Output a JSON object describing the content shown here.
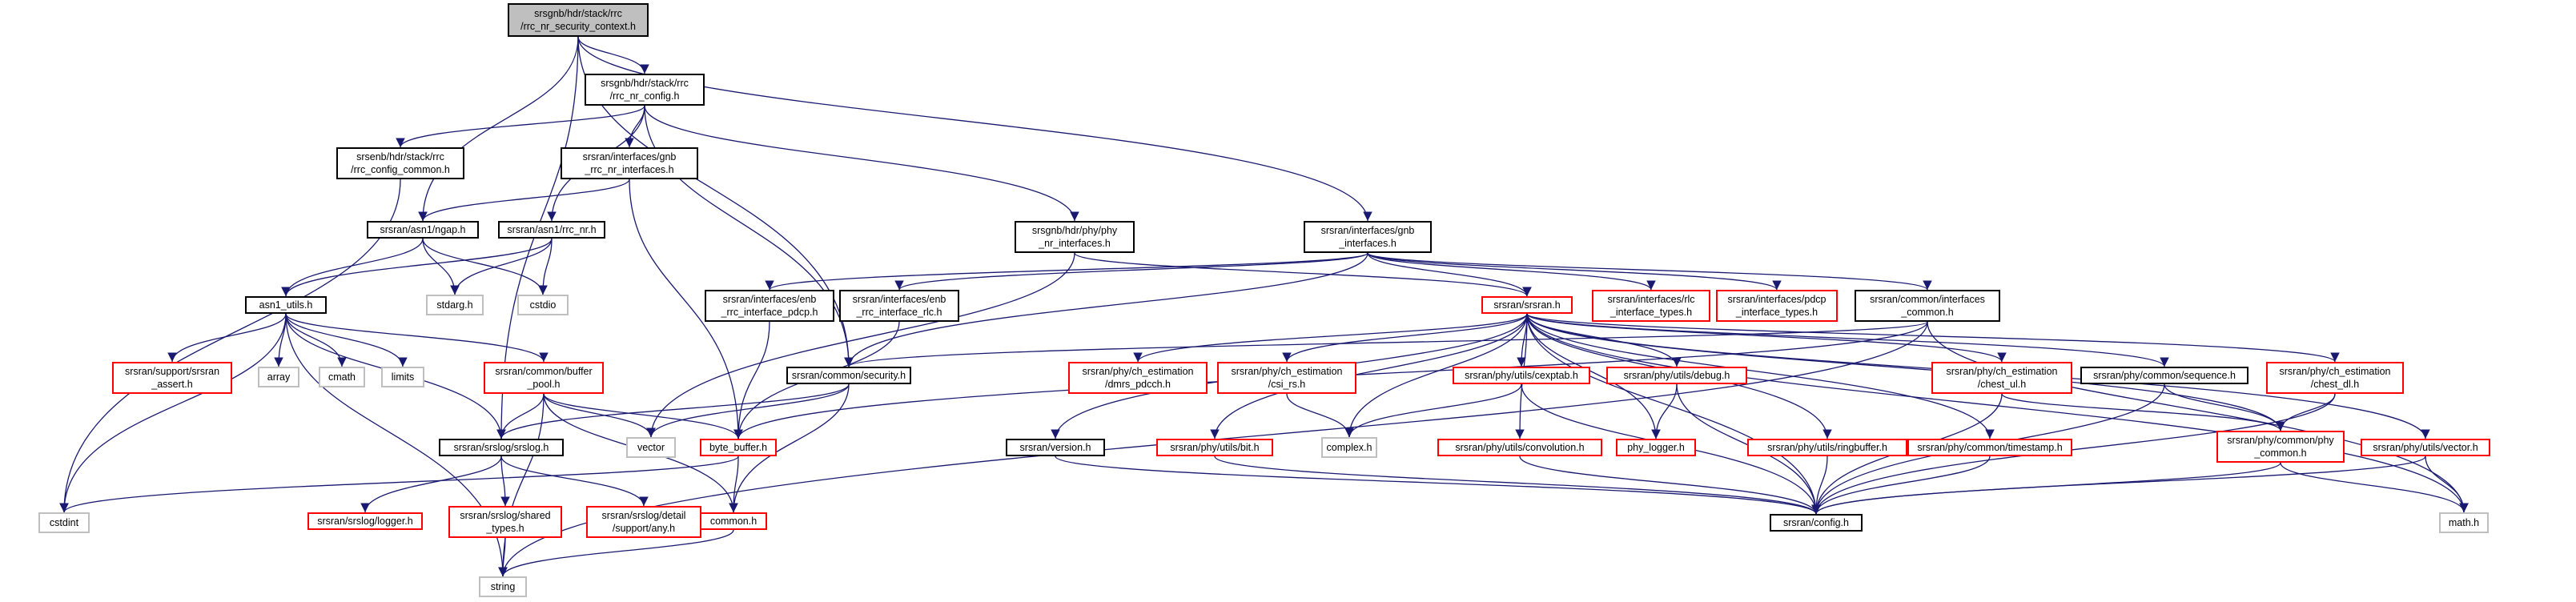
{
  "graph": {
    "colors": {
      "edge": "#191970",
      "gray_edge": "#a9a9a9",
      "root_fill": "#bfbfbf"
    },
    "nodes": [
      {
        "id": "root",
        "label": "srsgnb/hdr/stack/rrc\n/rrc_nr_security_context.h",
        "style": "root"
      },
      {
        "id": "rrc_nr_config",
        "label": "srsgnb/hdr/stack/rrc\n/rrc_nr_config.h",
        "style": "black"
      },
      {
        "id": "rrc_config_common",
        "label": "srsenb/hdr/stack/rrc\n/rrc_config_common.h",
        "style": "black"
      },
      {
        "id": "gnb_rrc_nr_interfaces",
        "label": "srsran/interfaces/gnb\n_rrc_nr_interfaces.h",
        "style": "black"
      },
      {
        "id": "ngap",
        "label": "srsran/asn1/ngap.h",
        "style": "black"
      },
      {
        "id": "rrc_nr",
        "label": "srsran/asn1/rrc_nr.h",
        "style": "black"
      },
      {
        "id": "phy_nr_interfaces",
        "label": "srsgnb/hdr/phy/phy\n_nr_interfaces.h",
        "style": "black"
      },
      {
        "id": "gnb_interfaces",
        "label": "srsran/interfaces/gnb\n_interfaces.h",
        "style": "black"
      },
      {
        "id": "asn1_utils",
        "label": "asn1_utils.h",
        "style": "black"
      },
      {
        "id": "stdarg",
        "label": "stdarg.h",
        "style": "gray"
      },
      {
        "id": "cstdio",
        "label": "cstdio",
        "style": "gray"
      },
      {
        "id": "enb_rrc_interface_pdcp",
        "label": "srsran/interfaces/enb\n_rrc_interface_pdcp.h",
        "style": "black"
      },
      {
        "id": "enb_rrc_interface_rlc",
        "label": "srsran/interfaces/enb\n_rrc_interface_rlc.h",
        "style": "black"
      },
      {
        "id": "srsran_h",
        "label": "srsran/srsran.h",
        "style": "red"
      },
      {
        "id": "rlc_interface_types",
        "label": "srsran/interfaces/rlc\n_interface_types.h",
        "style": "red"
      },
      {
        "id": "pdcp_interface_types",
        "label": "srsran/interfaces/pdcp\n_interface_types.h",
        "style": "red"
      },
      {
        "id": "interfaces_common",
        "label": "srsran/common/interfaces\n_common.h",
        "style": "black"
      },
      {
        "id": "srsran_assert",
        "label": "srsran/support/srsran\n_assert.h",
        "style": "red"
      },
      {
        "id": "array",
        "label": "array",
        "style": "gray"
      },
      {
        "id": "cmath",
        "label": "cmath",
        "style": "gray"
      },
      {
        "id": "limits",
        "label": "limits",
        "style": "gray"
      },
      {
        "id": "buffer_pool",
        "label": "srsran/common/buffer\n_pool.h",
        "style": "red"
      },
      {
        "id": "security",
        "label": "srsran/common/security.h",
        "style": "black"
      },
      {
        "id": "dmrs_pdcch",
        "label": "srsran/phy/ch_estimation\n/dmrs_pdcch.h",
        "style": "red"
      },
      {
        "id": "csi_rs",
        "label": "srsran/phy/ch_estimation\n/csi_rs.h",
        "style": "red"
      },
      {
        "id": "cexptab",
        "label": "srsran/phy/utils/cexptab.h",
        "style": "red"
      },
      {
        "id": "debug",
        "label": "srsran/phy/utils/debug.h",
        "style": "red"
      },
      {
        "id": "chest_ul",
        "label": "srsran/phy/ch_estimation\n/chest_ul.h",
        "style": "red"
      },
      {
        "id": "sequence",
        "label": "srsran/phy/common/sequence.h",
        "style": "black"
      },
      {
        "id": "chest_dl",
        "label": "srsran/phy/ch_estimation\n/chest_dl.h",
        "style": "red"
      },
      {
        "id": "srslog",
        "label": "srsran/srslog/srslog.h",
        "style": "black"
      },
      {
        "id": "vector",
        "label": "vector",
        "style": "gray"
      },
      {
        "id": "byte_buffer",
        "label": "byte_buffer.h",
        "style": "red"
      },
      {
        "id": "version",
        "label": "srsran/version.h",
        "style": "black"
      },
      {
        "id": "bit",
        "label": "srsran/phy/utils/bit.h",
        "style": "red"
      },
      {
        "id": "complex",
        "label": "complex.h",
        "style": "gray"
      },
      {
        "id": "convolution",
        "label": "srsran/phy/utils/convolution.h",
        "style": "red"
      },
      {
        "id": "phy_logger",
        "label": "phy_logger.h",
        "style": "red"
      },
      {
        "id": "ringbuffer",
        "label": "srsran/phy/utils/ringbuffer.h",
        "style": "red"
      },
      {
        "id": "timestamp",
        "label": "srsran/phy/common/timestamp.h",
        "style": "red"
      },
      {
        "id": "phy_common",
        "label": "srsran/phy/common/phy\n_common.h",
        "style": "red"
      },
      {
        "id": "utils_vector",
        "label": "srsran/phy/utils/vector.h",
        "style": "red"
      },
      {
        "id": "cstdint",
        "label": "cstdint",
        "style": "gray"
      },
      {
        "id": "logger",
        "label": "srsran/srslog/logger.h",
        "style": "red"
      },
      {
        "id": "shared_types",
        "label": "srsran/srslog/shared\n_types.h",
        "style": "red"
      },
      {
        "id": "detail_any",
        "label": "srsran/srslog/detail\n/support/any.h",
        "style": "red"
      },
      {
        "id": "common_h",
        "label": "common.h",
        "style": "red"
      },
      {
        "id": "config",
        "label": "srsran/config.h",
        "style": "black"
      },
      {
        "id": "math",
        "label": "math.h",
        "style": "gray"
      },
      {
        "id": "string",
        "label": "string",
        "style": "gray"
      }
    ],
    "edges": [
      [
        "root",
        "rrc_nr_config"
      ],
      [
        "root",
        "ngap"
      ],
      [
        "root",
        "srslog"
      ],
      [
        "root",
        "security"
      ],
      [
        "root",
        "gnb_interfaces"
      ],
      [
        "rrc_nr_config",
        "rrc_config_common"
      ],
      [
        "rrc_nr_config",
        "gnb_rrc_nr_interfaces"
      ],
      [
        "rrc_nr_config",
        "rrc_nr"
      ],
      [
        "rrc_nr_config",
        "phy_nr_interfaces"
      ],
      [
        "rrc_nr_config",
        "security"
      ],
      [
        "rrc_config_common",
        "cstdint"
      ],
      [
        "gnb_rrc_nr_interfaces",
        "ngap"
      ],
      [
        "gnb_rrc_nr_interfaces",
        "byte_buffer"
      ],
      [
        "ngap",
        "asn1_utils"
      ],
      [
        "ngap",
        "stdarg"
      ],
      [
        "ngap",
        "cstdio"
      ],
      [
        "rrc_nr",
        "asn1_utils"
      ],
      [
        "rrc_nr",
        "stdarg"
      ],
      [
        "rrc_nr",
        "cstdio"
      ],
      [
        "phy_nr_interfaces",
        "srsran_h"
      ],
      [
        "phy_nr_interfaces",
        "vector"
      ],
      [
        "gnb_interfaces",
        "enb_rrc_interface_pdcp"
      ],
      [
        "gnb_interfaces",
        "enb_rrc_interface_rlc"
      ],
      [
        "gnb_interfaces",
        "srsran_h"
      ],
      [
        "gnb_interfaces",
        "rlc_interface_types"
      ],
      [
        "gnb_interfaces",
        "pdcp_interface_types"
      ],
      [
        "gnb_interfaces",
        "interfaces_common"
      ],
      [
        "gnb_interfaces",
        "security"
      ],
      [
        "asn1_utils",
        "srsran_assert"
      ],
      [
        "asn1_utils",
        "array"
      ],
      [
        "asn1_utils",
        "cmath"
      ],
      [
        "asn1_utils",
        "limits"
      ],
      [
        "asn1_utils",
        "buffer_pool"
      ],
      [
        "asn1_utils",
        "srslog"
      ],
      [
        "asn1_utils",
        "cstdint"
      ],
      [
        "asn1_utils",
        "string"
      ],
      [
        "enb_rrc_interface_pdcp",
        "byte_buffer"
      ],
      [
        "enb_rrc_interface_rlc",
        "byte_buffer"
      ],
      [
        "srsran_h",
        "version"
      ],
      [
        "srsran_h",
        "dmrs_pdcch"
      ],
      [
        "srsran_h",
        "csi_rs"
      ],
      [
        "srsran_h",
        "cexptab"
      ],
      [
        "srsran_h",
        "debug"
      ],
      [
        "srsran_h",
        "chest_ul"
      ],
      [
        "srsran_h",
        "sequence"
      ],
      [
        "srsran_h",
        "chest_dl"
      ],
      [
        "srsran_h",
        "bit"
      ],
      [
        "srsran_h",
        "complex"
      ],
      [
        "srsran_h",
        "convolution"
      ],
      [
        "srsran_h",
        "phy_logger"
      ],
      [
        "srsran_h",
        "ringbuffer"
      ],
      [
        "srsran_h",
        "timestamp"
      ],
      [
        "srsran_h",
        "phy_common"
      ],
      [
        "srsran_h",
        "utils_vector"
      ],
      [
        "srsran_h",
        "config"
      ],
      [
        "srsran_h",
        "math"
      ],
      [
        "interfaces_common",
        "security"
      ],
      [
        "interfaces_common",
        "byte_buffer"
      ],
      [
        "interfaces_common",
        "math"
      ],
      [
        "interfaces_common",
        "string"
      ],
      [
        "buffer_pool",
        "srslog"
      ],
      [
        "buffer_pool",
        "byte_buffer"
      ],
      [
        "buffer_pool",
        "vector"
      ],
      [
        "buffer_pool",
        "common_h"
      ],
      [
        "buffer_pool",
        "string"
      ],
      [
        "security",
        "srslog"
      ],
      [
        "security",
        "vector"
      ],
      [
        "security",
        "common_h"
      ],
      [
        "srslog",
        "logger"
      ],
      [
        "srslog",
        "shared_types"
      ],
      [
        "srslog",
        "detail_any"
      ],
      [
        "byte_buffer",
        "common_h"
      ],
      [
        "byte_buffer",
        "cstdint"
      ],
      [
        "common_h",
        "string"
      ],
      [
        "shared_types",
        "string"
      ],
      [
        "version",
        "config"
      ],
      [
        "bit",
        "config"
      ],
      [
        "cexptab",
        "complex"
      ],
      [
        "csi_rs",
        "complex"
      ],
      [
        "convolution",
        "config"
      ],
      [
        "cexptab",
        "config"
      ],
      [
        "debug",
        "phy_logger"
      ],
      [
        "debug",
        "config"
      ],
      [
        "ringbuffer",
        "config"
      ],
      [
        "timestamp",
        "config"
      ],
      [
        "chest_ul",
        "phy_common"
      ],
      [
        "chest_ul",
        "config"
      ],
      [
        "sequence",
        "phy_common"
      ],
      [
        "sequence",
        "config"
      ],
      [
        "chest_dl",
        "phy_common"
      ],
      [
        "chest_dl",
        "config"
      ],
      [
        "phy_common",
        "config"
      ],
      [
        "phy_common",
        "math"
      ],
      [
        "utils_vector",
        "config"
      ],
      [
        "utils_vector",
        "math"
      ]
    ]
  }
}
